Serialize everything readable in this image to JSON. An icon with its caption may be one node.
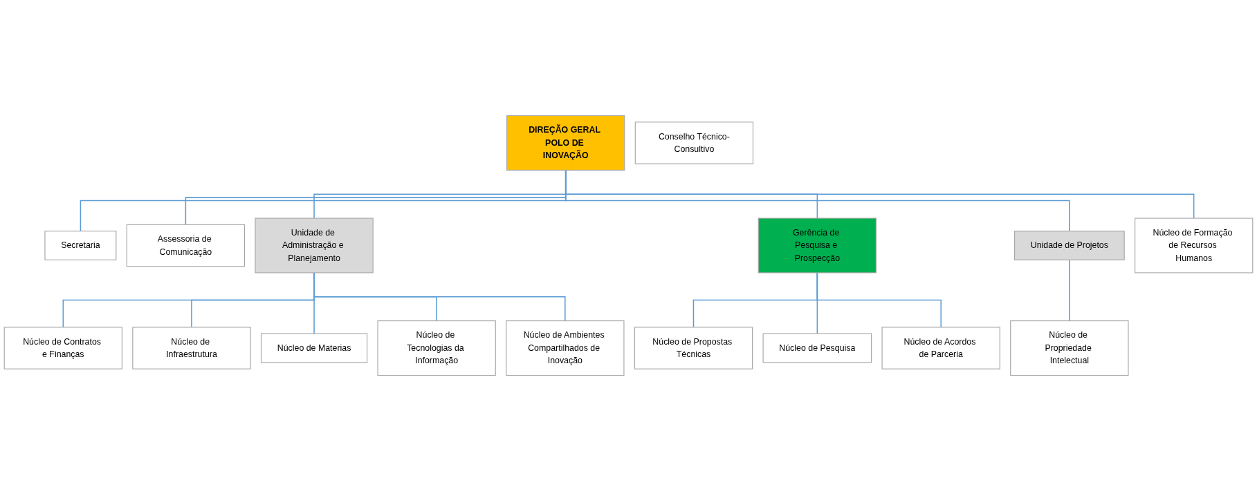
{
  "diagram": {
    "nodes": [
      {
        "text": [
          "DIREÇÃO GERAL POLO DE INOVAÇÃO"
        ]
      },
      {
        "text": [
          "Conselho Técnico-Consultivo"
        ]
      },
      {
        "text": [
          "Secretaria"
        ]
      },
      {
        "text": [
          "Assessoria de Comunicação"
        ]
      },
      {
        "text": [
          "Unidade de Administração e Planejamento"
        ]
      },
      {
        "text": [
          "Gerência de Pesquisa e Prospecção"
        ]
      },
      {
        "text": [
          "Unidade de Projetos"
        ]
      },
      {
        "text": [
          "Núcleo de Formação de Recursos Humanos"
        ]
      },
      {
        "text": [
          "Núcleo de Contratos e Finanças"
        ]
      },
      {
        "text": [
          "Núcleo de Infraestrutura"
        ]
      },
      {
        "text": [
          "Núcleo de Materias"
        ]
      },
      {
        "text": [
          "Núcleo de Tecnologias da Informação"
        ]
      },
      {
        "text": [
          "Núcleo de Ambientes Compartilhados de Inovação"
        ]
      },
      {
        "text": [
          "Núcleo de Propostas Técnicas"
        ]
      },
      {
        "text": [
          "Núcleo de Pesquisa"
        ]
      },
      {
        "text": [
          "Núcleo de Acordos de Parceria"
        ]
      },
      {
        "text": [
          "Núcleo de Propriedade Intelectual"
        ]
      }
    ],
    "edges": [
      {
        "from": 0,
        "to": 2,
        "arrow": "none"
      },
      {
        "from": 0,
        "to": 3,
        "arrow": "none"
      },
      {
        "from": 0,
        "to": 4,
        "arrow": "none"
      },
      {
        "from": 0,
        "to": 5,
        "arrow": "none"
      },
      {
        "from": 0,
        "to": 6,
        "arrow": "none"
      },
      {
        "from": 0,
        "to": 7,
        "arrow": "none"
      },
      {
        "from": 4,
        "to": 8,
        "arrow": "none"
      },
      {
        "from": 4,
        "to": 9,
        "arrow": "none"
      },
      {
        "from": 4,
        "to": 10,
        "arrow": "none"
      },
      {
        "from": 4,
        "to": 11,
        "arrow": "none"
      },
      {
        "from": 4,
        "to": 12,
        "arrow": "none"
      },
      {
        "from": 5,
        "to": 13,
        "arrow": "none"
      },
      {
        "from": 5,
        "to": 14,
        "arrow": "none"
      },
      {
        "from": 5,
        "to": 15,
        "arrow": "none"
      },
      {
        "from": 6,
        "to": 16,
        "arrow": "none"
      }
    ]
  }
}
